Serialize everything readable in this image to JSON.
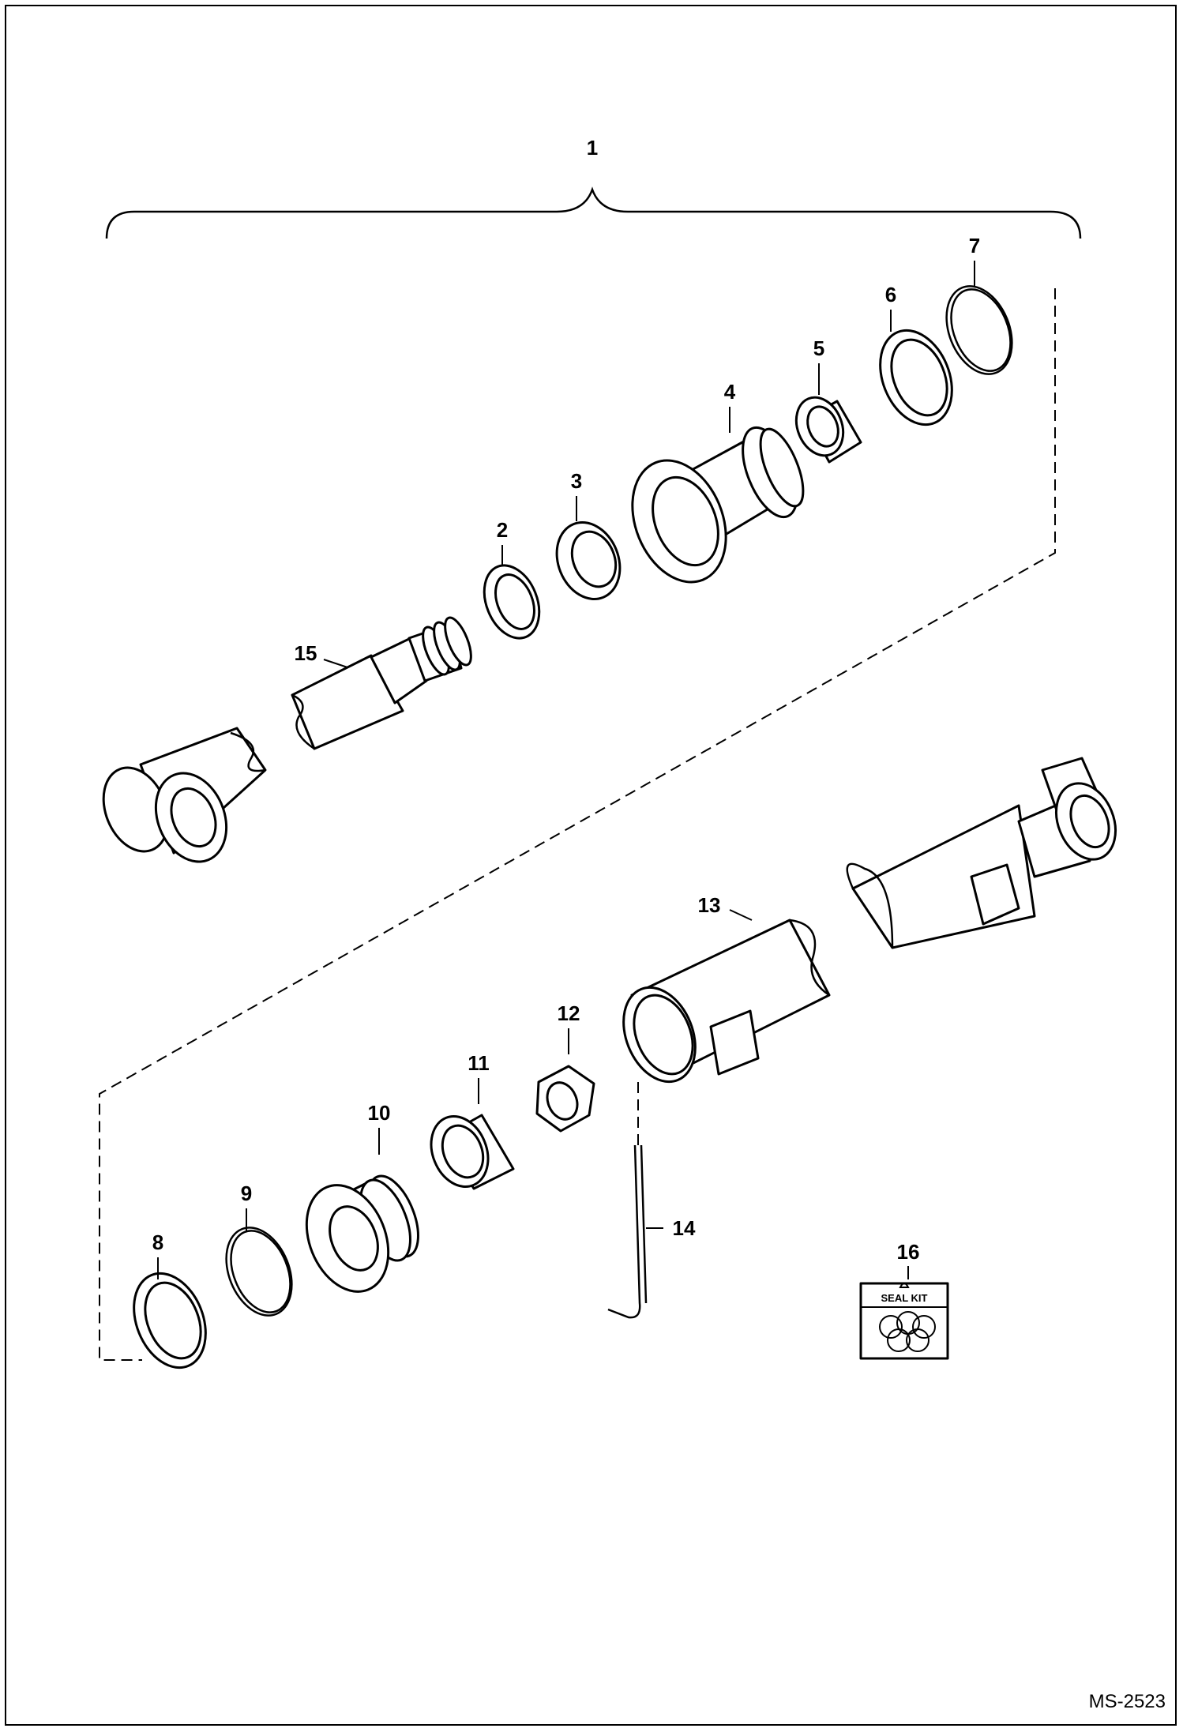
{
  "diagram": {
    "document_code": "MS-2523",
    "seal_kit_label": "SEAL KIT",
    "callouts": [
      {
        "id": "callout-1",
        "label": "1"
      },
      {
        "id": "callout-2",
        "label": "2"
      },
      {
        "id": "callout-3",
        "label": "3"
      },
      {
        "id": "callout-4",
        "label": "4"
      },
      {
        "id": "callout-5",
        "label": "5"
      },
      {
        "id": "callout-6",
        "label": "6"
      },
      {
        "id": "callout-7",
        "label": "7"
      },
      {
        "id": "callout-8",
        "label": "8"
      },
      {
        "id": "callout-9",
        "label": "9"
      },
      {
        "id": "callout-10",
        "label": "10"
      },
      {
        "id": "callout-11",
        "label": "11"
      },
      {
        "id": "callout-12",
        "label": "12"
      },
      {
        "id": "callout-13",
        "label": "13"
      },
      {
        "id": "callout-14",
        "label": "14"
      },
      {
        "id": "callout-15",
        "label": "15"
      },
      {
        "id": "callout-16",
        "label": "16"
      }
    ]
  }
}
